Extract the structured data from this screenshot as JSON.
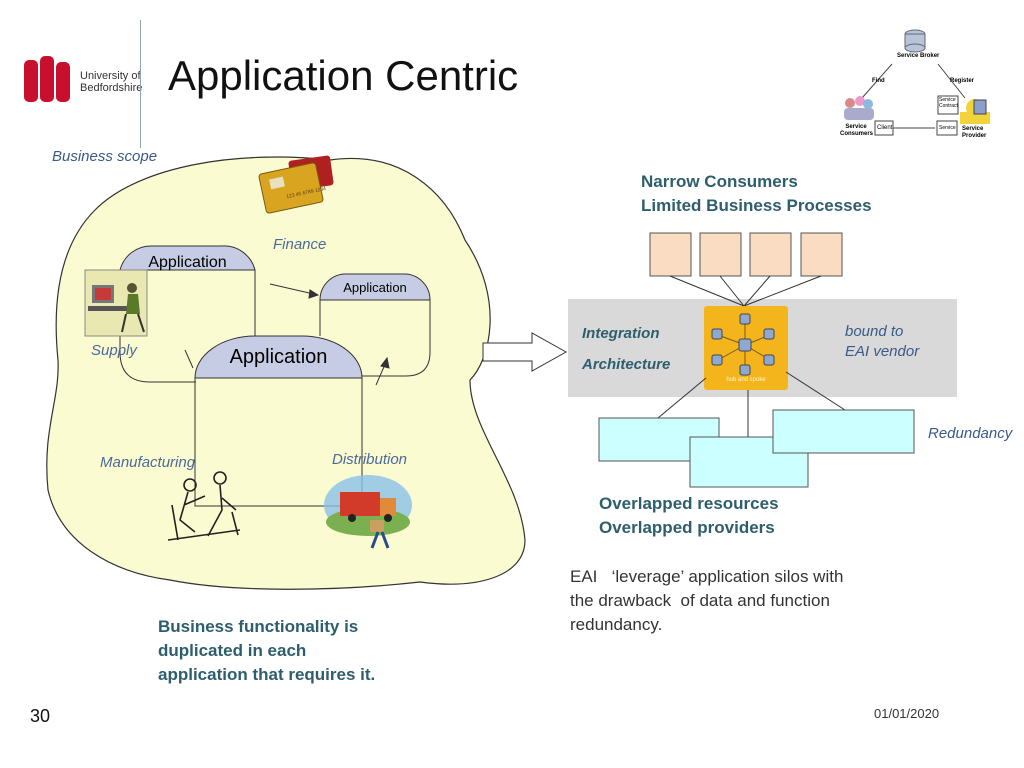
{
  "slide": {
    "title": "Application Centric",
    "slide_number": "30",
    "date": "01/01/2020"
  },
  "logo": {
    "line1": "University of",
    "line2": "Bedfordshire"
  },
  "soa_diagram": {
    "service_broker": "Service Broker",
    "find": "Find",
    "register": "Register",
    "service_consumers": "Service Consumers",
    "client": "Client",
    "service_contract": "Service Contract",
    "service": "Service",
    "service_provider": "Service Provider"
  },
  "left": {
    "business_scope": "Business scope",
    "finance": "Finance",
    "supply": "Supply",
    "manufacturing": "Manufacturing",
    "distribution": "Distribution",
    "app1": "Application",
    "app2": "Application",
    "app3": "Application",
    "card_number": "123 45 6789 1234",
    "summary_line1": "Business functionality is",
    "summary_line2": "duplicated in each",
    "summary_line3": "application that requires it."
  },
  "right": {
    "narrow_consumers": "Narrow Consumers",
    "limited_processes": "Limited Business Processes",
    "integration": "Integration",
    "architecture": "Architecture",
    "bound_to": "bound to",
    "eai_vendor": "EAI vendor",
    "hub_label": "hub and spoke",
    "redundancy": "Redundancy",
    "overlapped_resources": "Overlapped resources",
    "overlapped_providers": "Overlapped providers",
    "eai_line1": "EAI   ‘leverage’ application silos with",
    "eai_line2": "the drawback  of data and function",
    "eai_line3": "redundancy."
  },
  "colors": {
    "blob_fill": "#fbfbd2",
    "app_header": "#c5cce4",
    "consumer_box": "#f9dcc2",
    "resource_box": "#ccffff",
    "integration_band": "#d9d9d9",
    "hub": "#f3b51b",
    "teal_text": "#2e5e6e",
    "logo_red": "#c8102e"
  }
}
